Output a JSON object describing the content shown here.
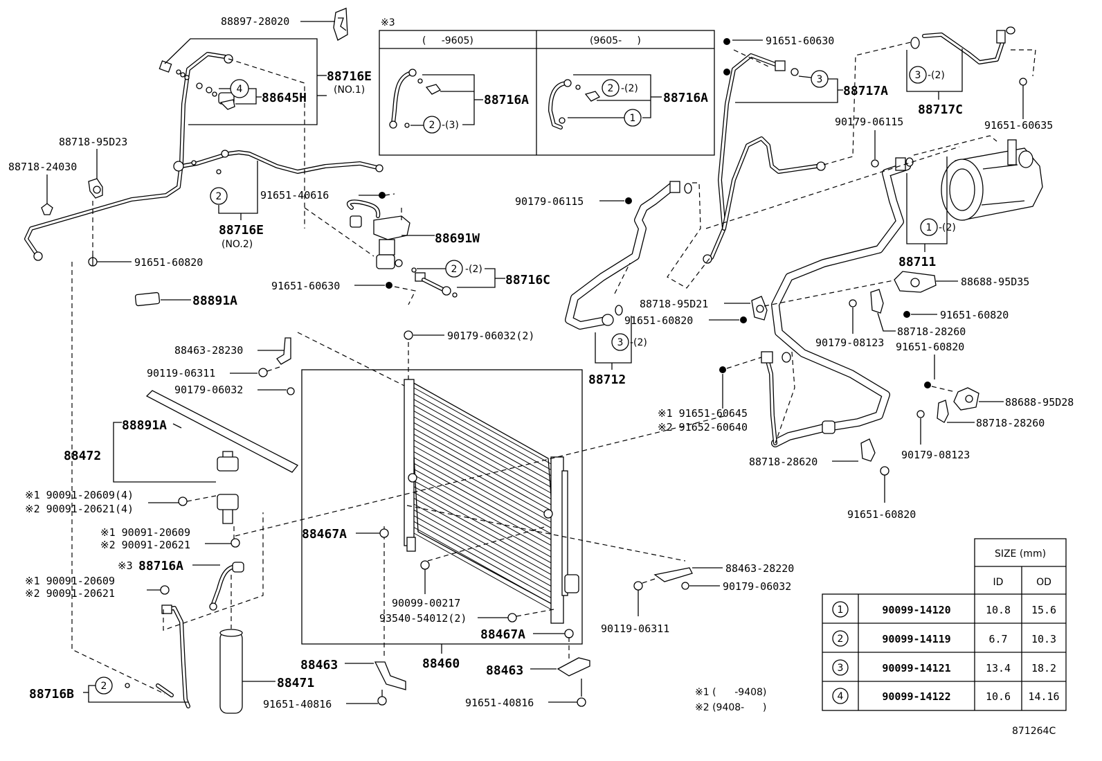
{
  "figure_code": "871264C",
  "inset": {
    "title": "※3",
    "left_header": "(     -9605)",
    "right_header": "(9605-     )",
    "left_part": "88716A",
    "right_part": "88716A",
    "left_ring": "2",
    "left_ring_qty": "-(3)",
    "right_ring_a": "2",
    "right_ring_a_qty": "-(2)",
    "right_ring_b": "1"
  },
  "parts": {
    "p88897_28020": "88897-28020",
    "p88716E_1": "88716E",
    "p88716E_1_sub": "(NO.1)",
    "p88645H": "88645H",
    "p88645H_ring": "4",
    "p88718_95D23": "88718-95D23",
    "p88718_24030": "88718-24030",
    "p88716E_2": "88716E",
    "p88716E_2_sub": "(NO.2)",
    "p88716E_2_ring": "2",
    "p91651_40616": "91651-40616",
    "p88691W": "88691W",
    "p91651_60820_a": "91651-60820",
    "p88716C": "88716C",
    "p88716C_ring": "2",
    "p88716C_qty": "-(2)",
    "p91651_60630_a": "91651-60630",
    "p88891A_a": "88891A",
    "p88463_28230": "88463-28230",
    "p90119_06311_a": "90119-06311",
    "p90179_06032_a": "90179-06032",
    "p90179_06032_b": "90179-06032(2)",
    "p88891A_b": "88891A",
    "p88472": "88472",
    "p90091_20609_4": "※1 90091-20609(4)",
    "p90091_20621_4": "※2 90091-20621(4)",
    "p90091_20609_b": "※1 90091-20609",
    "p90091_20621_b": "※2 90091-20621",
    "p88716A_s3": "88716A",
    "p88716A_s3_mark": "※3",
    "p90091_20609_c": "※1 90091-20609",
    "p90091_20621_c": "※2 90091-20621",
    "p88716B": "88716B",
    "p88716B_ring": "2",
    "p88467A_a": "88467A",
    "p88467A_b": "88467A",
    "p88463_a": "88463",
    "p88463_b": "88463",
    "p88460": "88460",
    "p88471": "88471",
    "p91651_40816_a": "91651-40816",
    "p91651_40816_b": "91651-40816",
    "p90099_00217": "90099-00217",
    "p93540_54012": "93540-54012(2)",
    "p91651_60630_b": "91651-60630",
    "p88717A": "88717A",
    "p88717A_ring": "3",
    "p88717C": "88717C",
    "p88717C_ring": "3",
    "p88717C_qty": "-(2)",
    "p91651_60635": "91651-60635",
    "p90179_06115_a": "90179-06115",
    "p90179_06115_b": "90179-06115",
    "p88711": "88711",
    "p88711_ring": "1",
    "p88711_qty": "-(2)",
    "p88688_95D35": "88688-95D35",
    "p88718_95D21": "88718-95D21",
    "p91651_60820_b": "91651-60820",
    "p91651_60820_c": "91651-60820",
    "p88718_28260_a": "88718-28260",
    "p90179_08123_a": "90179-08123",
    "p91651_60820_d": "91651-60820",
    "p88712": "88712",
    "p88712_ring": "3",
    "p88712_qty": "-(2)",
    "p91651_60645": "※1 91651-60645",
    "p91652_60640": "※2 91652-60640",
    "p88688_95D28": "88688-95D28",
    "p88718_28260_b": "88718-28260",
    "p88718_28620": "88718-28620",
    "p90179_08123_b": "90179-08123",
    "p91651_60820_e": "91651-60820",
    "p88463_28220": "88463-28220",
    "p90179_06032_c": "90179-06032",
    "p90119_06311_b": "90119-06311",
    "note1": "※1 (      -9408)",
    "note2": "※2 (9408-      )"
  },
  "size_table": {
    "header": "SIZE (mm)",
    "col_id": "ID",
    "col_od": "OD",
    "rows": [
      {
        "mark": "1",
        "part": "90099-14120",
        "id": "10.8",
        "od": "15.6"
      },
      {
        "mark": "2",
        "part": "90099-14119",
        "id": "6.7",
        "od": "10.3"
      },
      {
        "mark": "3",
        "part": "90099-14121",
        "id": "13.4",
        "od": "18.2"
      },
      {
        "mark": "4",
        "part": "90099-14122",
        "id": "10.6",
        "od": "14.16"
      }
    ]
  }
}
